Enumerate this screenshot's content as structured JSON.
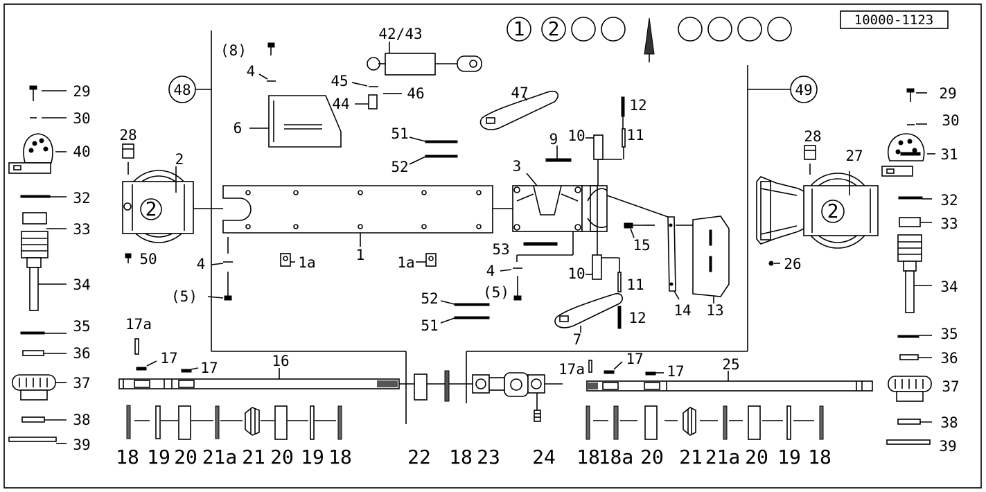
{
  "document_number": "10000-1123",
  "position_markers": [
    "1",
    "2",
    "",
    "",
    "",
    "",
    "",
    ""
  ],
  "callouts": {
    "c48": "48",
    "c49": "49",
    "p42_43": "42/43",
    "p8": "(8)",
    "p4a": "4",
    "p4b": "4",
    "p4c": "4",
    "p45": "45",
    "p44": "44",
    "p46": "46",
    "p6": "6",
    "p47": "47",
    "p51a": "51",
    "p52a": "52",
    "p52b": "52",
    "p51b": "51",
    "p9": "9",
    "p10a": "10",
    "p10b": "10",
    "p11a": "11",
    "p11b": "11",
    "p12a": "12",
    "p12b": "12",
    "p3": "3",
    "p1": "1",
    "p1a_left": "1a",
    "p1a_right": "1a",
    "p5a": "(5)",
    "p5b": "(5)",
    "p53": "53",
    "p15": "15",
    "p14": "14",
    "p13": "13",
    "p7": "7",
    "p29l": "29",
    "p30l": "30",
    "p40": "40",
    "p28l": "28",
    "p2": "2",
    "p32l": "32",
    "p33l": "33",
    "p50": "50",
    "p34l": "34",
    "p35l": "35",
    "p36l": "36",
    "p37l": "37",
    "p38l": "38",
    "p39l": "39",
    "p29r": "29",
    "p30r": "30",
    "p31": "31",
    "p28r": "28",
    "p27": "27",
    "p32r": "32",
    "p33r": "33",
    "p26": "26",
    "p34r": "34",
    "p35r": "35",
    "p36r": "36",
    "p37r": "37",
    "p38r": "38",
    "p39r": "39",
    "p17a_l": "17a",
    "p17_l1": "17",
    "p17_l2": "17",
    "p16": "16",
    "p17a_r": "17a",
    "p17_r1": "17",
    "p17_r2": "17",
    "p25": "25",
    "b18a": "18",
    "b19a": "19",
    "b20a": "20",
    "b21aa": "21a",
    "b21a": "21",
    "b20b": "20",
    "b19b": "19",
    "b18b": "18",
    "b22": "22",
    "b18c": "18",
    "b23": "23",
    "b24": "24",
    "b18d": "18",
    "b18aa": "18a",
    "b20c": "20",
    "b21b": "21",
    "b21ab": "21a",
    "b20d": "20",
    "b19c": "19",
    "b18e": "18"
  }
}
